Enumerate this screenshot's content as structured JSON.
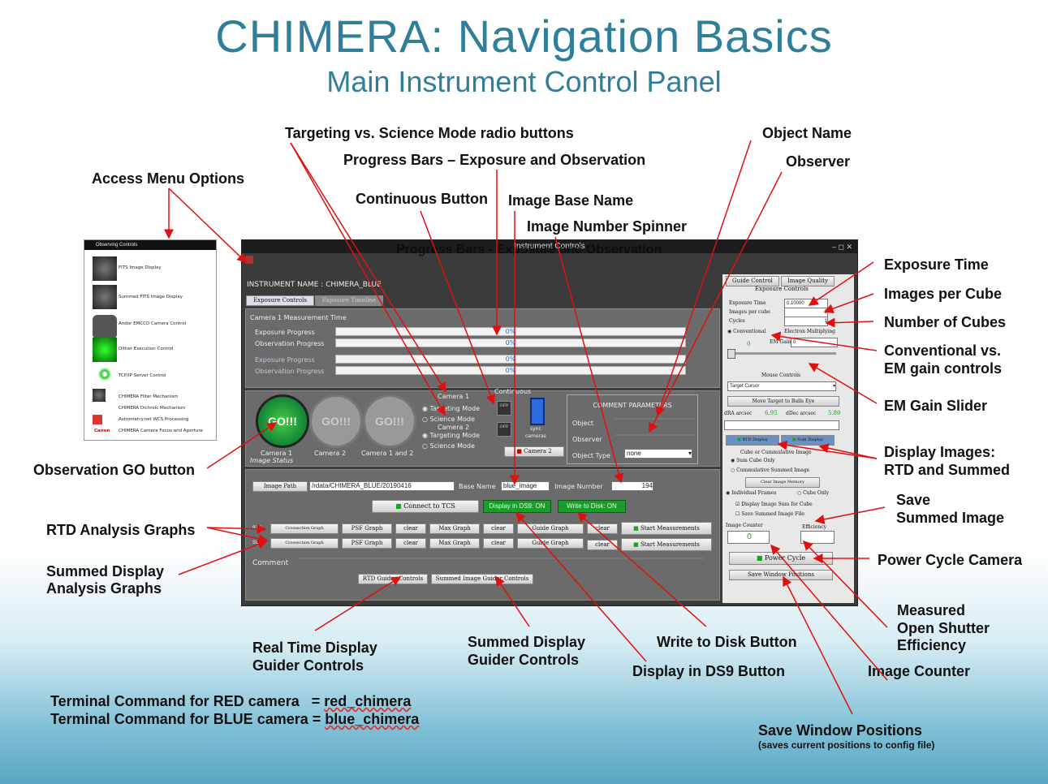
{
  "title": "CHIMERA: Navigation Basics",
  "subtitle": "Main Instrument Control Panel",
  "menu_window": {
    "header": "Observing Controls",
    "items": [
      "FITS Image Display",
      "Summed FITS Image Display",
      "Andor EMCCD Camera Control",
      "Dither Execution Control",
      "TCP/IP Server Control",
      "CHIMERA Filter Mechanism",
      "CHIMERA Dichroic Mechanism",
      "Astrometry.net WCS Processing",
      "CHIMERA Camera Focus and Aperture"
    ],
    "canon": "Canon"
  },
  "window": {
    "title": "Instrument Controls",
    "ghost": "Progress Bars - Exposure and Observation",
    "instrument_name": "INSTRUMENT NAME : CHIMERA_BLUE",
    "tabs": [
      "Exposure Controls",
      "Exposure Timeline"
    ],
    "camera1_time": "Camera 1 Measurement Time",
    "exposure_progress": "Exposure Progress",
    "observation_progress": "Observation Progress",
    "pct": "0%",
    "go_label": "GO!!!",
    "camera1": "Camera 1",
    "camera2": "Camera 2",
    "camera12": "Camera 1 and 2",
    "image_status": "Image Status",
    "cam1_hdr": "Camera 1",
    "cam2_hdr": "Camera 2",
    "targeting_mode": "Targeting Mode",
    "science_mode": "Science Mode",
    "continuous": "Continuous",
    "off": "OFF",
    "sync": "sync",
    "cameras": "cameras",
    "camera2_btn": "Camera 2",
    "comment_params": "COMMENT PARAMETERS",
    "object": "Object",
    "observer": "Observer",
    "object_type": "Object Type",
    "object_type_val": "none",
    "image_path": "Image Path",
    "image_path_val": "/rdata/CHIMERA_BLUE/20190416",
    "base_name": "Base Name",
    "base_name_val": "blue_image",
    "image_number": "Image Number",
    "image_number_val": "194",
    "connect_tcs": "Connect to TCS",
    "display_ds9": "Display in DS9: ON",
    "write_disk": "Write to Disk: ON",
    "rtd": "RTD",
    "sum": "SUM",
    "cross_graph": "Crossection Graph",
    "psf_graph": "PSF Graph",
    "clear": "clear",
    "max_graph": "Max Graph",
    "guide_graph": "Guide Graph",
    "start_meas": "Start Measurements",
    "comment": "Comment",
    "rtd_guider": "RTD Guider Controls",
    "sum_guider": "Summed Image Guider Controls"
  },
  "right": {
    "tabs": [
      "Guide Control",
      "Image Quality"
    ],
    "exp_controls": "Exposure Controls",
    "exposure_time": "Exposure Time",
    "exposure_time_val": "0.10000",
    "images_per_cube": "Images per cube",
    "images_per_cube_val": "1",
    "cycles": "Cycles",
    "cycles_val": "1",
    "conventional": "Conventional",
    "em": "Electron Multiplying",
    "zero": "0",
    "em_gain": "EM Gain",
    "em_gain_val": "0",
    "mouse_controls": "Mouse Controls",
    "target_cursor": "Target Cursor",
    "move_target": "Move Target to Bulls Eye",
    "dra": "dRA arcsec",
    "dra_val": "6.95",
    "ddec": "dDec arcsec",
    "ddec_val": "5.80",
    "rtd_display": "RTD Display",
    "sum_display": "Sum Display",
    "cube_cumulative": "Cube or Cummulative Image",
    "sum_cube_only": "Sum Cube Only",
    "cumulative": "Cummulative Summed Image",
    "clear_memory": "Clear Image Memory",
    "individual": "Individual Frames",
    "cube_only": "Cube Only",
    "display_sum_cube": "Display Image Sum for Cube",
    "save_summed": "Save Summed Image File",
    "image_counter": "Image Counter",
    "image_counter_val": "0",
    "efficiency": "Efficiency",
    "power_cycle": "Power Cycle",
    "save_window": "Save Window Positions"
  },
  "callouts": {
    "access_menu": "Access Menu Options",
    "targeting_vs_science": "Targeting vs. Science Mode radio buttons",
    "progress_bars": "Progress Bars – Exposure and Observation",
    "continuous_button": "Continuous Button",
    "image_base_name": "Image Base Name",
    "image_number_spinner": "Image Number Spinner",
    "object_name": "Object Name",
    "observer": "Observer",
    "exposure_time": "Exposure Time",
    "images_per_cube": "Images per Cube",
    "number_of_cubes": "Number of Cubes",
    "conv_em_1": "Conventional vs.",
    "conv_em_2": "EM gain controls",
    "em_gain_slider": "EM Gain Slider",
    "display_images_1": "Display Images:",
    "display_images_2": "RTD and Summed",
    "save_1": "Save",
    "save_2": "Summed Image",
    "power_cycle": "Power Cycle Camera",
    "measured_1": "Measured",
    "measured_2": "Open Shutter",
    "measured_3": "Efficiency",
    "image_counter": "Image Counter",
    "save_window": "Save Window Positions",
    "save_window_note": "(saves current positions to config file)",
    "observation_go": "Observation GO button",
    "rtd_analysis": "RTD Analysis Graphs",
    "summed_display_1": "Summed Display",
    "summed_display_2": "Analysis Graphs",
    "rtd_guider_1": "Real Time Display",
    "rtd_guider_2": "Guider Controls",
    "summed_guider_1": "Summed Display",
    "summed_guider_2": "Guider Controls",
    "write_disk": "Write to Disk Button",
    "display_ds9": "Display in DS9 Button"
  },
  "terminal": {
    "red_label": "Terminal Command for RED camera   = ",
    "red_cmd": "red_chimera",
    "blue_label": "Terminal Command for BLUE camera = ",
    "blue_cmd": "blue_chimera"
  }
}
